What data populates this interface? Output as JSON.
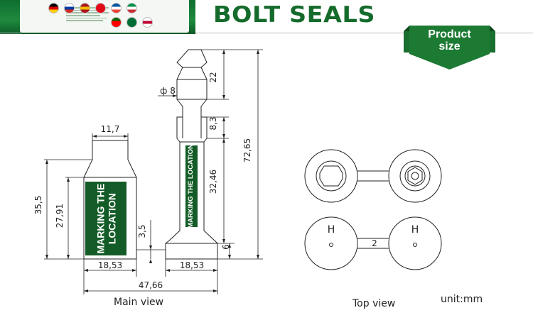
{
  "header": {
    "title": "BOLT SEALS",
    "badge_line1": "Product",
    "badge_line2": "size"
  },
  "flags": [
    {
      "name": "germany-flag-icon",
      "colors": [
        "#000000",
        "#dd0000",
        "#ffce00"
      ]
    },
    {
      "name": "russia-flag-icon",
      "colors": [
        "#ffffff",
        "#0039a6",
        "#d52b1e"
      ]
    },
    {
      "name": "spain-flag-icon",
      "colors": [
        "#aa151b",
        "#f1bf00",
        "#aa151b"
      ]
    },
    {
      "name": "turkey-flag-icon",
      "colors": [
        "#e30a17",
        "#e30a17",
        "#e30a17"
      ]
    },
    {
      "name": "france-flag-icon",
      "colors": [
        "#0055a4",
        "#ffffff",
        "#ef4135"
      ]
    },
    {
      "name": "italy-flag-icon",
      "colors": [
        "#009246",
        "#ffffff",
        "#ce2b37"
      ]
    },
    {
      "name": "portugal-flag-icon",
      "colors": [
        "#006600",
        "#ff0000",
        "#ff0000"
      ]
    },
    {
      "name": "saudi-flag-icon",
      "colors": [
        "#006c35",
        "#006c35",
        "#006c35"
      ]
    },
    {
      "name": "japan-flag-icon",
      "colors": [
        "#ffffff",
        "#bc002d",
        "#ffffff"
      ]
    }
  ],
  "marking": {
    "label_line1": "MARKING THE",
    "label_line2": "LOCATION",
    "label_single": "MARKING THE LOCATION"
  },
  "dimensions": {
    "top_width": "11,7",
    "pin_diameter": "ф 8",
    "tip_length": "22",
    "neck_length": "8,3",
    "shank_length": "32,46",
    "total_length": "72,65",
    "body_height": "35,5",
    "body_lower_height": "27,91",
    "gap": "3,5",
    "flange_height": "6",
    "body_width": "18,53",
    "flange_width": "18,53",
    "overall_width": "47,66",
    "top_gap": "2",
    "letter_left": "H",
    "letter_right": "H"
  },
  "captions": {
    "main_view": "Main view",
    "top_view": "Top view",
    "unit": "unit:mm"
  },
  "colors": {
    "brand_green": "#156b2b",
    "marking_green": "#145c27"
  }
}
